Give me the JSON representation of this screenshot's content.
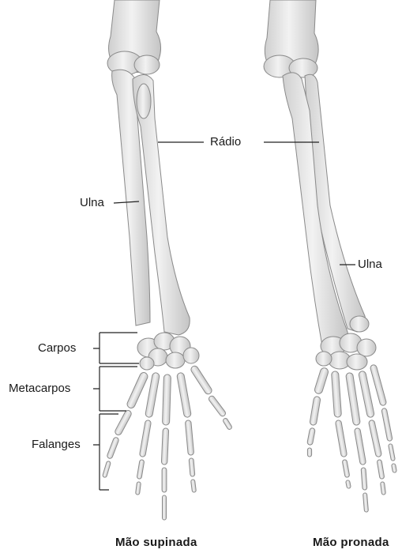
{
  "labels": {
    "radius": "Rádio",
    "ulna_left": "Ulna",
    "ulna_right": "Ulna",
    "carpals": "Carpos",
    "metacarpals": "Metacarpos",
    "phalanges": "Falanges"
  },
  "captions": {
    "supinated": "Mão supinada",
    "pronated": "Mão pronada"
  },
  "colors": {
    "bone_fill": "#e6e6e6",
    "bone_shade": "#c9c9c9",
    "bone_outline": "#8a8a8a",
    "leader_line": "#222222",
    "text": "#1a1a1a"
  }
}
